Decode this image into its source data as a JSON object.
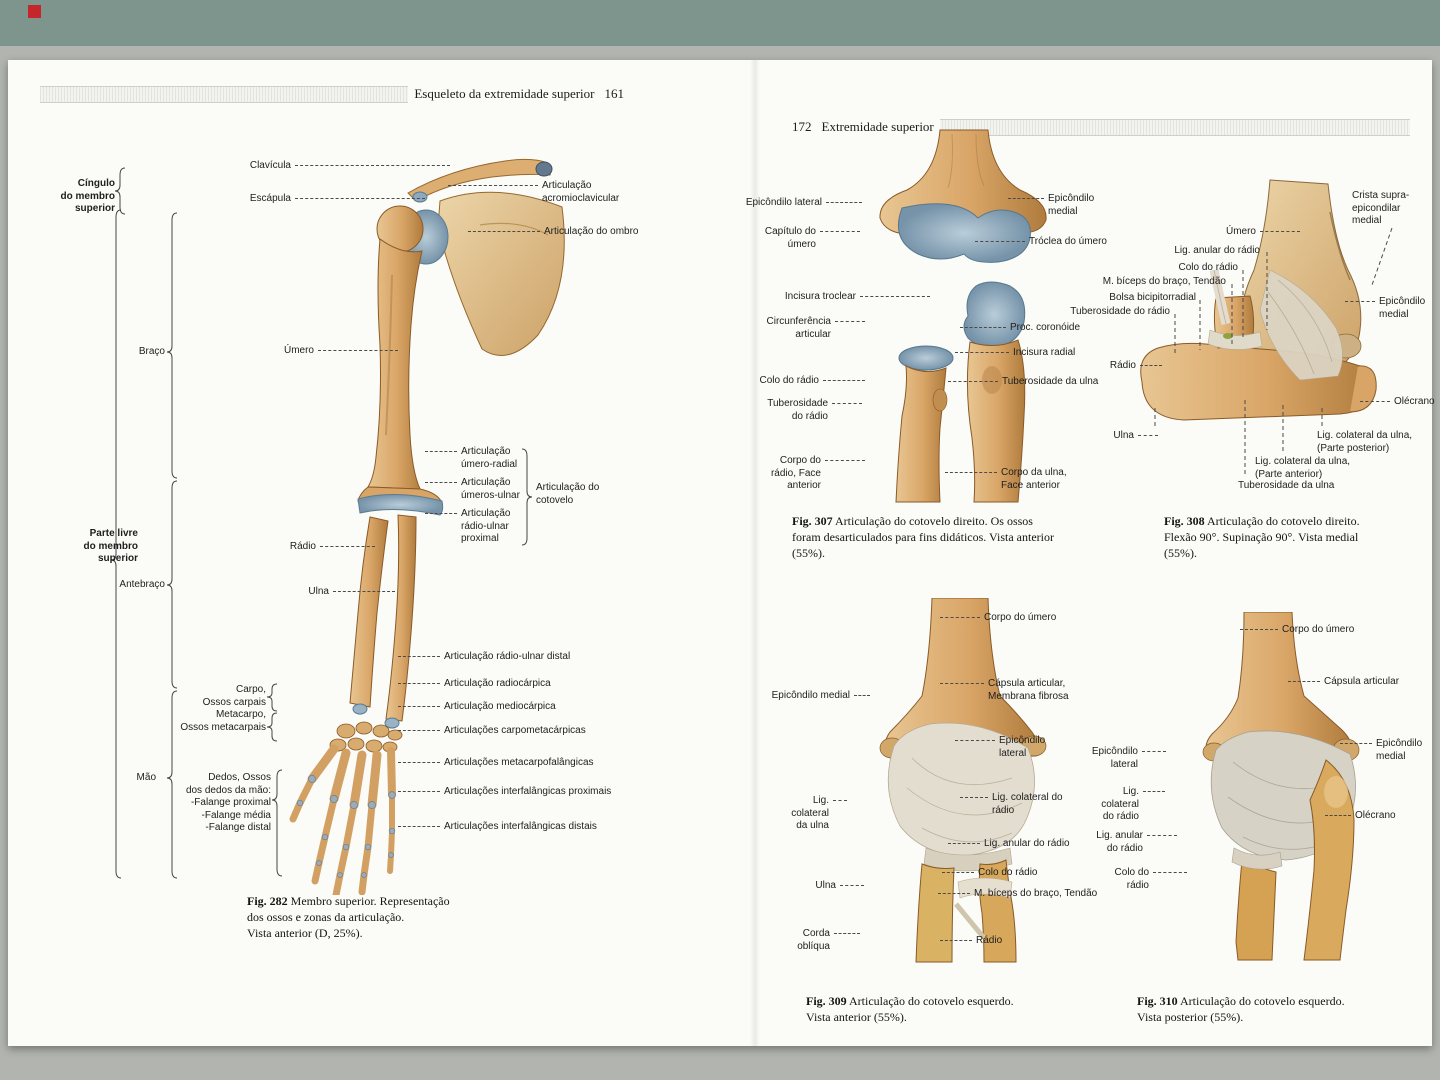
{
  "palette": {
    "top_band": "#7d958c",
    "red_accent": "#c5262c",
    "desk_gray": "#b2b4b0",
    "paper": "#fbfbf7",
    "bone_tan": "#d9a567",
    "joint_blue": "#9ab3c4",
    "ligament": "#ddd6c6"
  },
  "left_page": {
    "header": {
      "title": "Esqueleto da extremidade superior",
      "page_number": "161"
    },
    "regions": {
      "cingulo": "Cíngulo\ndo membro\nsuperior",
      "braco": "Braço",
      "parte_livre": "Parte livre\ndo membro\nsuperior",
      "antebraco": "Antebraço",
      "mao": "Mão",
      "carpo": "Carpo,\nOssos carpais",
      "metacarpo": "Metacarpo,\nOssos metacarpais",
      "dedos": "Dedos, Ossos\ndos dedos da mão:\n-Falange proximal\n-Falange média\n-Falange distal"
    },
    "labels": {
      "clavicula": "Clavícula",
      "escapula": "Escápula",
      "art_acromioclavicular": "Articulação\nacromioclavicular",
      "art_ombro": "Articulação do ombro",
      "umero": "Úmero",
      "art_umero_radial": "Articulação\número-radial",
      "art_umero_ulnar": "Articulação\números-ulnar",
      "art_radio_ulnar_proximal": "Articulação\nrádio-ulnar\nproximal",
      "art_cotovelo": "Articulação do\ncotovelo",
      "radio": "Rádio",
      "ulna": "Ulna",
      "art_radio_ulnar_distal": "Articulação rádio-ulnar distal",
      "art_radiocarpica": "Articulação radiocárpica",
      "art_mediocarpica": "Articulação mediocárpica",
      "art_carpometacarpicas": "Articulações carpometacárpicas",
      "art_metacarpofalangicas": "Articulações metacarpofalângicas",
      "art_interfalangicas_proximais": "Articulações interfalângicas proximais",
      "art_interfalangicas_distais": "Articulações interfalângicas distais"
    },
    "caption": {
      "fig": "Fig. 282",
      "text": " Membro superior. Representação\ndos ossos e zonas da articulação.\nVista anterior (D, 25%)."
    }
  },
  "right_page": {
    "header": {
      "page_number": "172",
      "title": "Extremidade superior"
    },
    "fig307": {
      "labels": {
        "epicondilo_lateral": "Epicôndilo lateral",
        "capitulo_umero": "Capítulo do\número",
        "incisura_troclear": "Incisura troclear",
        "circunferencia_articular": "Circunferência\narticular",
        "colo_radio": "Colo do rádio",
        "tuberosidade_radio": "Tuberosidade\ndo rádio",
        "corpo_radio": "Corpo do\nrádio, Face\nanterior",
        "epicondilo_medial": "Epicôndilo\nmedial",
        "troclea_umero": "Tróclea do úmero",
        "proc_coronoide": "Proc. coronóide",
        "incisura_radial": "Incisura radial",
        "tuberosidade_ulna": "Tuberosidade da ulna",
        "corpo_ulna": "Corpo da ulna,\nFace anterior"
      },
      "caption": {
        "fig": "Fig. 307",
        "text": " Articulação do cotovelo direito. Os ossos\nforam desarticulados para fins didáticos. Vista anterior\n(55%)."
      }
    },
    "fig308": {
      "labels": {
        "crista": "Crista supra-\nepicondilar\nmedial",
        "umero": "Úmero",
        "lig_anular_radio": "Lig. anular do rádio",
        "colo_radio": "Colo do rádio",
        "m_biceps": "M. bíceps do braço, Tendão",
        "bolsa": "Bolsa bicipitorradial",
        "tuberosidade_radio": "Tuberosidade do rádio",
        "epicondilo_medial": "Epicôndilo\nmedial",
        "radio": "Rádio",
        "ulna": "Ulna",
        "olecrano": "Olécrano",
        "lig_colateral_posterior": "Lig. colateral da ulna,\n(Parte posterior)",
        "lig_colateral_anterior": "Lig. colateral da ulna,\n(Parte anterior)",
        "tuberosidade_ulna": "Tuberosidade da ulna"
      },
      "caption": {
        "fig": "Fig. 308",
        "text": " Articulação do cotovelo direito.\nFlexão 90°. Supinação 90°. Vista medial\n(55%)."
      }
    },
    "fig309": {
      "labels": {
        "corpo_umero": "Corpo do úmero",
        "epicondilo_medial": "Epicôndilo medial",
        "capsula_membrana": "Cápsula articular,\nMembrana fibrosa",
        "epicondilo_lateral": "Epicôndilo\nlateral",
        "lig_colateral_ulna": "Lig. colateral\nda ulna",
        "lig_colateral_radio": "Lig. colateral do\nrádio",
        "lig_anular_radio": "Lig. anular do rádio",
        "colo_radio": "Colo do rádio",
        "m_biceps": "M. bíceps do braço, Tendão",
        "ulna": "Ulna",
        "corda_obliqua": "Corda oblíqua",
        "radio": "Rádio"
      },
      "caption": {
        "fig": "Fig. 309",
        "text": " Articulação do cotovelo esquerdo.\nVista anterior (55%)."
      }
    },
    "fig310": {
      "labels": {
        "corpo_umero": "Corpo do úmero",
        "capsula_articular": "Cápsula articular",
        "epicondilo_medial": "Epicôndilo\nmedial",
        "epicondilo_lateral": "Epicôndilo\nlateral",
        "lig_colateral_radio": "Lig. colateral\ndo rádio",
        "olecrano": "Olécrano",
        "lig_anular_radio": "Lig. anular do rádio",
        "colo_radio": "Colo do rádio"
      },
      "caption": {
        "fig": "Fig. 310",
        "text": " Articulação do cotovelo esquerdo.\nVista posterior (55%)."
      }
    }
  }
}
